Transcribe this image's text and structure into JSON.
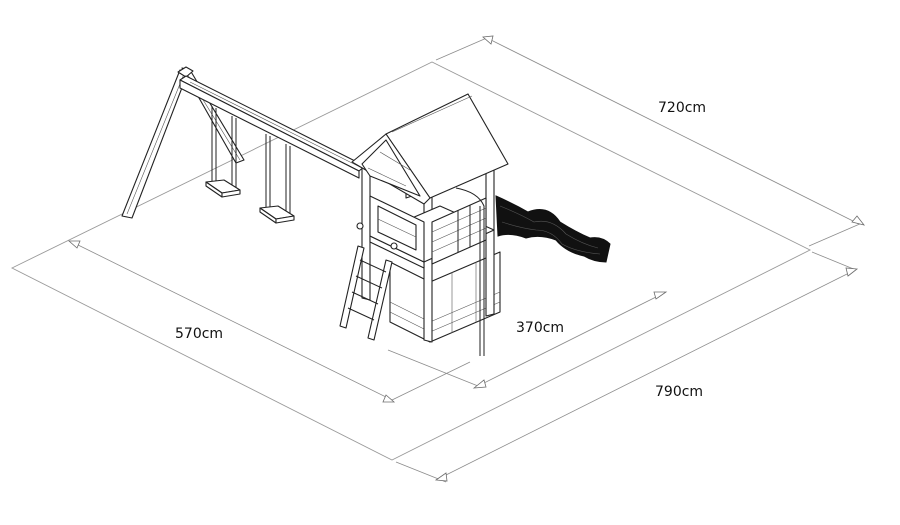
{
  "dimensions": {
    "width_total": "720cm",
    "depth_left": "570cm",
    "depth_slide": "370cm",
    "diagonal_total": "790cm"
  },
  "colors": {
    "line": "#222222",
    "footprint": "#9a9a9a",
    "slide": "#111111"
  }
}
